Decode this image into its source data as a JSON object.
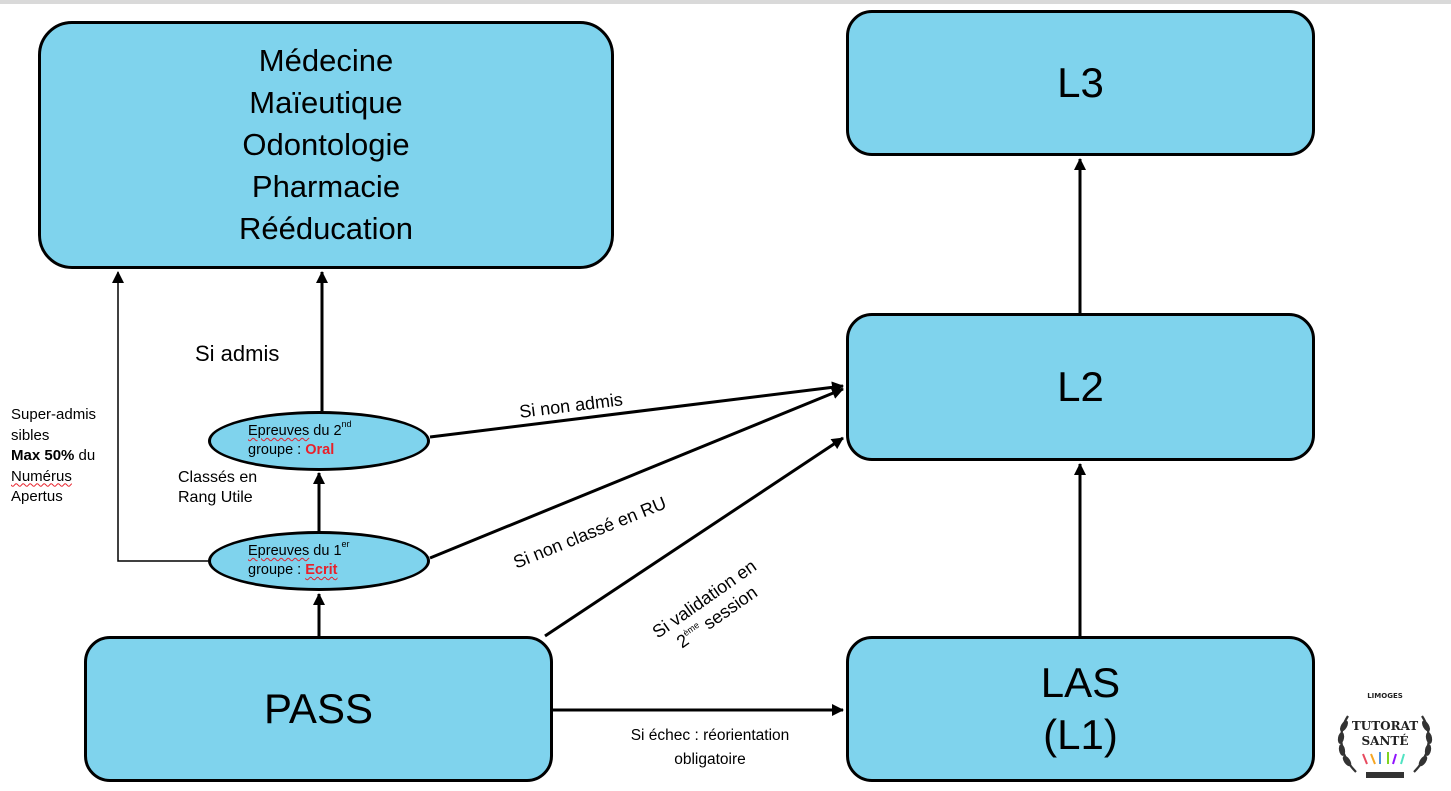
{
  "boxes": {
    "med_lines": [
      "Médecine",
      "Maïeutique",
      "Odontologie",
      "Pharmacie",
      "Rééducation"
    ],
    "l3": "L3",
    "l2": "L2",
    "pass": "PASS",
    "las_line1": "LAS",
    "las_line2": "(L1)"
  },
  "ellipses": {
    "oral": {
      "prefix": "Epreuves",
      "mid": " du 2",
      "sup": "nd",
      "line2_prefix": "groupe : ",
      "highlight": "Oral"
    },
    "ecrit": {
      "prefix": "Epreuves",
      "mid": " du 1",
      "sup": "er",
      "line2_prefix": "groupe : ",
      "highlight": "Ecrit"
    }
  },
  "labels": {
    "si_admis": "Si admis",
    "classes_line1": "Classés en",
    "classes_line2": "Rang Utile",
    "super_line1": "Super-admis",
    "super_line2": "sibles",
    "super_bold": "Max 50%",
    "super_after_bold": " du",
    "super_line4": "Numérus",
    "super_line5": "Apertus",
    "si_non_admis": "Si non admis",
    "si_non_classe": "Si non classé en RU",
    "si_validation_line1": "Si validation en",
    "si_validation_line2_pre": "2",
    "si_validation_sup": "ème",
    "si_validation_line2_post": " session",
    "si_echec_line1": "Si échec : réorientation",
    "si_echec_line2": "obligatoire"
  },
  "logo": {
    "top": "LIMOGES",
    "line1": "TUTORAT",
    "line2": "SANTÉ"
  },
  "colors": {
    "box_fill": "#7fd3ed",
    "highlight_red": "#e8202a",
    "stroke": "#000000"
  }
}
